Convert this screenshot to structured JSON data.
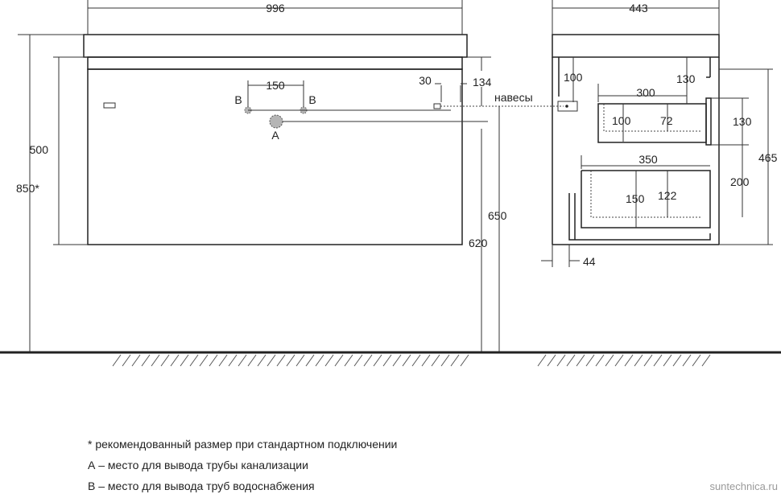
{
  "dimensions": {
    "front_width": "996",
    "side_depth": "443",
    "total_height": "850*",
    "front_height": "500",
    "pipe_spacing": "150",
    "offset_30": "30",
    "hanger_height": "134",
    "hanger_floor": "650",
    "body_floor": "620",
    "side_top_gap": "100",
    "side_shelf_gap": "130",
    "upper_drawer_depth": "300",
    "upper_inner_100": "100",
    "upper_inner_72": "72",
    "upper_drawer_height": "130",
    "side_total_height": "465",
    "lower_drawer_depth": "350",
    "lower_drawer_height": "200",
    "lower_inner_150": "150",
    "lower_inner_122": "122",
    "side_offset": "44"
  },
  "labels": {
    "pipe_a": "A",
    "pipe_b_left": "B",
    "pipe_b_right": "B",
    "hangers": "навесы"
  },
  "notes": {
    "recommended": "* рекомендованный размер при стандартном подключении",
    "legend_a": "А – место для вывода трубы канализации",
    "legend_b": "В – место для вывода труб водоснабжения"
  },
  "watermark": "suntechnica.ru",
  "colors": {
    "line": "#333333",
    "pipe_fill": "#b5b5b5",
    "watermark": "#9a9a9a"
  }
}
